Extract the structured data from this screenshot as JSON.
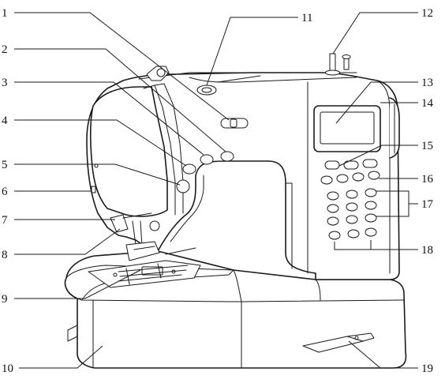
{
  "callouts": [
    {
      "id": "1",
      "text": "1"
    },
    {
      "id": "2",
      "text": "2"
    },
    {
      "id": "3",
      "text": "3"
    },
    {
      "id": "4",
      "text": "4"
    },
    {
      "id": "5",
      "text": "5"
    },
    {
      "id": "6",
      "text": "6"
    },
    {
      "id": "7",
      "text": "7"
    },
    {
      "id": "8",
      "text": "8"
    },
    {
      "id": "9",
      "text": "9"
    },
    {
      "id": "10",
      "text": "10"
    },
    {
      "id": "11",
      "text": "11"
    },
    {
      "id": "12",
      "text": "12"
    },
    {
      "id": "13",
      "text": "13"
    },
    {
      "id": "14",
      "text": "14"
    },
    {
      "id": "15",
      "text": "15"
    },
    {
      "id": "16",
      "text": "16"
    },
    {
      "id": "17",
      "text": "17"
    },
    {
      "id": "18",
      "text": "18"
    },
    {
      "id": "19",
      "text": "19"
    }
  ]
}
